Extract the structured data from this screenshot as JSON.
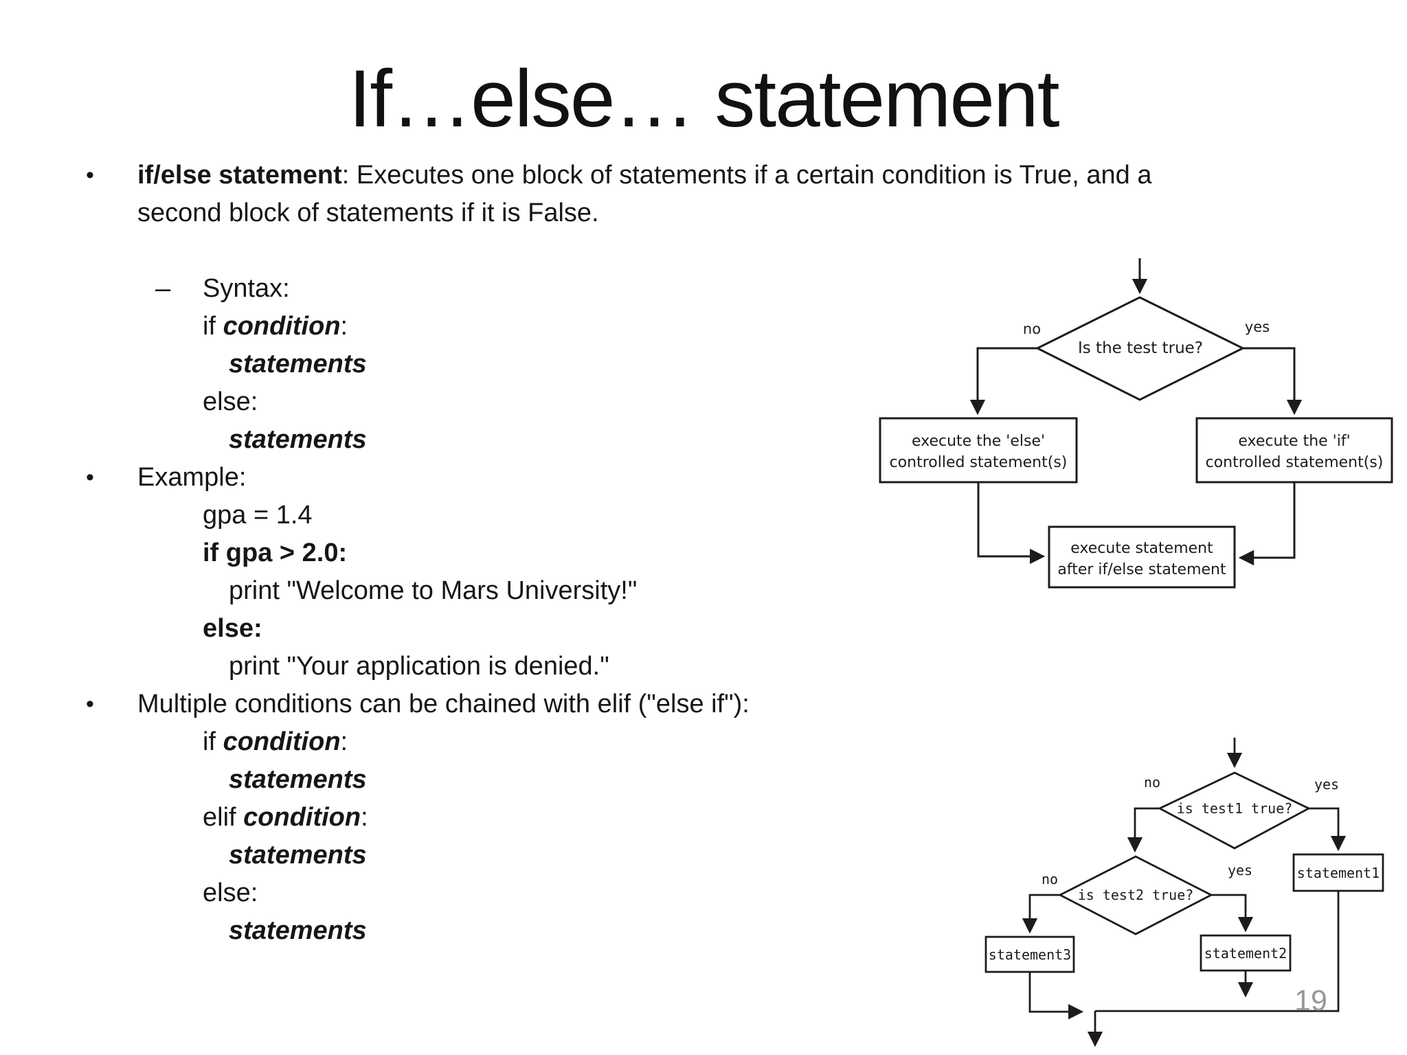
{
  "slide": {
    "title": "If…else… statement",
    "page_number": "19",
    "background_color": "#ffffff",
    "text_color": "#1a1a1a",
    "page_number_color": "#979797"
  },
  "content": {
    "marker_dot": "•",
    "marker_dash": "–",
    "lines": [
      {
        "kind": "bullet-1",
        "segs": [
          {
            "s": "b",
            "t": "if/else statement"
          },
          {
            "s": "r",
            "t": ": Executes one block of statements if a certain condition is True, and a"
          }
        ]
      },
      {
        "kind": "wrap",
        "segs": [
          {
            "s": "r",
            "t": "second block of statements if it is False."
          }
        ]
      },
      {
        "kind": "blank",
        "segs": []
      },
      {
        "kind": "dash-2",
        "segs": [
          {
            "s": "r",
            "t": "Syntax:"
          }
        ]
      },
      {
        "kind": "code-1",
        "segs": [
          {
            "s": "r",
            "t": "if "
          },
          {
            "s": "bi",
            "t": "condition"
          },
          {
            "s": "r",
            "t": ":"
          }
        ]
      },
      {
        "kind": "code-2",
        "segs": [
          {
            "s": "bi",
            "t": "statements"
          }
        ]
      },
      {
        "kind": "code-1",
        "segs": [
          {
            "s": "r",
            "t": "else:"
          }
        ]
      },
      {
        "kind": "code-2",
        "segs": [
          {
            "s": "bi",
            "t": "statements"
          }
        ]
      },
      {
        "kind": "bullet-1",
        "segs": [
          {
            "s": "r",
            "t": "Example:"
          }
        ]
      },
      {
        "kind": "code-1",
        "segs": [
          {
            "s": "r",
            "t": "gpa = 1.4"
          }
        ]
      },
      {
        "kind": "code-1",
        "segs": [
          {
            "s": "b",
            "t": "if gpa > 2.0:"
          }
        ]
      },
      {
        "kind": "code-2",
        "segs": [
          {
            "s": "r",
            "t": "print \"Welcome to Mars University!\""
          }
        ]
      },
      {
        "kind": "code-1",
        "segs": [
          {
            "s": "b",
            "t": "else:"
          }
        ]
      },
      {
        "kind": "code-2",
        "segs": [
          {
            "s": "r",
            "t": "print \"Your application is denied.\""
          }
        ]
      },
      {
        "kind": "bullet-1",
        "segs": [
          {
            "s": "r",
            "t": "Multiple conditions can be chained with elif (\"else if\"):"
          }
        ]
      },
      {
        "kind": "code-1",
        "segs": [
          {
            "s": "r",
            "t": "if "
          },
          {
            "s": "bi",
            "t": "condition"
          },
          {
            "s": "r",
            "t": ":"
          }
        ]
      },
      {
        "kind": "code-2",
        "segs": [
          {
            "s": "bi",
            "t": "statements"
          }
        ]
      },
      {
        "kind": "code-1",
        "segs": [
          {
            "s": "r",
            "t": "elif "
          },
          {
            "s": "bi",
            "t": "condition"
          },
          {
            "s": "r",
            "t": ":"
          }
        ]
      },
      {
        "kind": "code-2",
        "segs": [
          {
            "s": "bi",
            "t": "statements"
          }
        ]
      },
      {
        "kind": "code-1",
        "segs": [
          {
            "s": "r",
            "t": "else:"
          }
        ]
      },
      {
        "kind": "code-2",
        "segs": [
          {
            "s": "bi",
            "t": "statements"
          }
        ]
      }
    ]
  },
  "flowchart1": {
    "condition": "Is the test true?",
    "no_label": "no",
    "yes_label": "yes",
    "else_box": [
      "execute the 'else'",
      "controlled statement(s)"
    ],
    "if_box": [
      "execute the 'if'",
      "controlled statement(s)"
    ],
    "after_box": [
      "execute statement",
      "after if/else statement"
    ]
  },
  "flowchart2": {
    "test1": "is test1 true?",
    "test2": "is test2 true?",
    "no1": "no",
    "yes1": "yes",
    "no2": "no",
    "yes2": "yes",
    "statement1": "statement1",
    "statement2": "statement2",
    "statement3": "statement3"
  }
}
